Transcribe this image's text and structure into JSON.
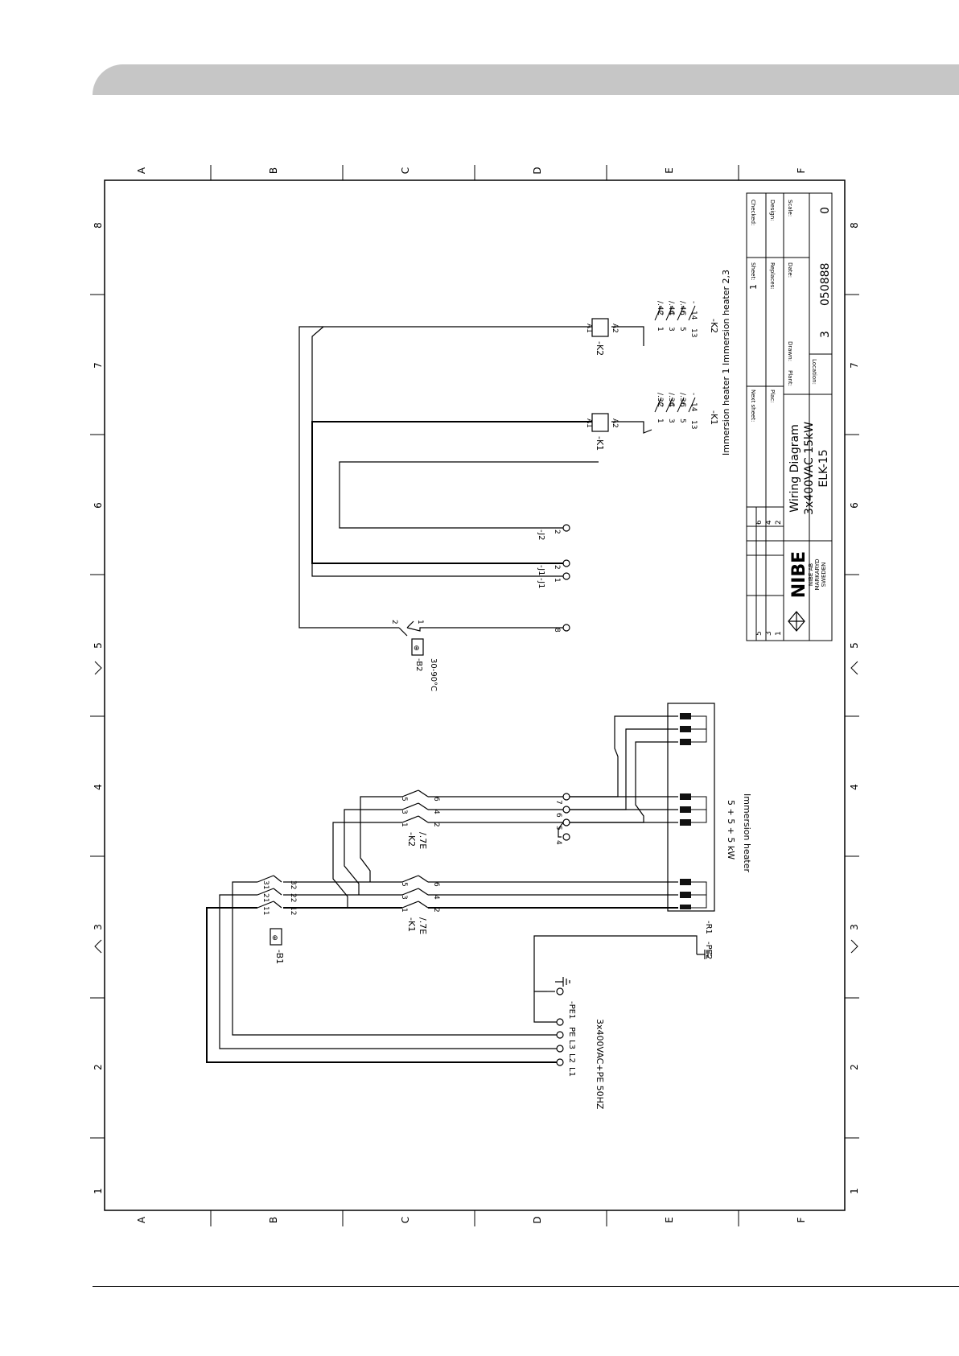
{
  "page": {
    "page_number": ""
  },
  "grid": {
    "columns": [
      "A",
      "B",
      "C",
      "D",
      "E",
      "F"
    ],
    "rows": [
      "1",
      "2",
      "3",
      "4",
      "5",
      "6",
      "7",
      "8"
    ]
  },
  "supply": {
    "label": "3x400VAC+PE 50HZ",
    "terminals": [
      "L1",
      "L2",
      "L3",
      "PE"
    ],
    "pe1": "-PE1",
    "pe2": "-PE2",
    "r1": "-R1"
  },
  "b1": {
    "name": "-B1",
    "contacts": [
      "11",
      "12",
      "21",
      "22",
      "31",
      "32"
    ]
  },
  "k1_main": {
    "name": "-K1",
    "ref": "/.7E",
    "contacts": [
      "1",
      "2",
      "3",
      "4",
      "5",
      "6"
    ]
  },
  "k2_main": {
    "name": "-K2",
    "ref": "/.7E",
    "contacts": [
      "1",
      "2",
      "3",
      "4",
      "5",
      "6"
    ]
  },
  "heater": {
    "power": "5 + 5 + 5 kW",
    "label": "Immersion heater",
    "terminals": [
      "4",
      "5",
      "6",
      "7"
    ]
  },
  "b2": {
    "name": "-B2",
    "range": "30-90°C",
    "contacts": [
      "1",
      "2"
    ],
    "terminal": "8"
  },
  "jumpers": {
    "j1": "-J1",
    "j2": "-J2",
    "contacts": [
      "1",
      "2",
      "1",
      "2"
    ]
  },
  "coils": [
    {
      "name": "-K1",
      "a1": "A1",
      "a2": "A2",
      "label": "Immersion heater 1",
      "contacts": [
        {
          "from": "1",
          "to": "2",
          "ref": "/.3C"
        },
        {
          "from": "3",
          "to": "4",
          "ref": "/.3C"
        },
        {
          "from": "5",
          "to": "6",
          "ref": "/.3C"
        },
        {
          "from": "13",
          "to": "14",
          "ref": "-"
        }
      ]
    },
    {
      "name": "-K2",
      "a1": "A1",
      "a2": "A2",
      "label": "Immersion heater 2,3",
      "contacts": [
        {
          "from": "1",
          "to": "2",
          "ref": "/.4C"
        },
        {
          "from": "3",
          "to": "4",
          "ref": "/.4C"
        },
        {
          "from": "5",
          "to": "6",
          "ref": "/.4C"
        },
        {
          "from": "13",
          "to": "14",
          "ref": "-"
        }
      ]
    }
  ],
  "title_block": {
    "checked": "Checked:",
    "design": "Design:",
    "scale": "Scale:",
    "sheet_label": "Sheet:",
    "sheet_value": "1",
    "replaces": "Replaces:",
    "date": "Date:",
    "revision": "0",
    "next_sheet": "Next sheet:",
    "plac": "Plac:",
    "plant": "Plant:",
    "drawn": "Drawn:",
    "location": "Location:",
    "location_value": "3",
    "drawing_number": "050888",
    "title_lines": [
      "Wiring Diagram",
      "3x400VAC 15kW",
      "ELK-15"
    ],
    "logo": "NIBE",
    "company_lines": [
      "NIBE AB",
      "MARKARYD",
      "SWEDEN"
    ],
    "rev_numbers": [
      "1",
      "2",
      "3",
      "4",
      "5",
      "6"
    ]
  }
}
